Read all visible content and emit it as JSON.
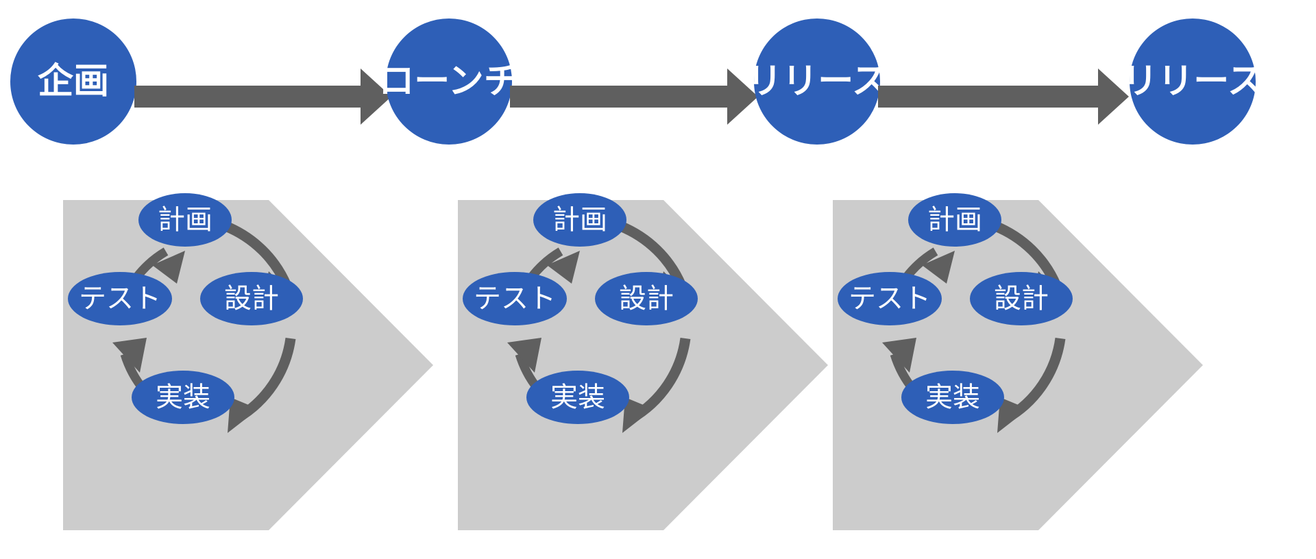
{
  "diagram": {
    "title": "",
    "colors": {
      "node_blue": "#2E5FB7",
      "arrow_gray": "#5F5F5F",
      "chevron_gray": "#CCCCCC",
      "label_white": "#FFFFFF",
      "background": "#FFFFFF"
    },
    "milestones": [
      {
        "label": "企画"
      },
      {
        "label": "ローンチ"
      },
      {
        "label": "リリース"
      },
      {
        "label": "リリース"
      }
    ],
    "flow_arrows": [
      {
        "from": "企画",
        "to": "ローンチ"
      },
      {
        "from": "ローンチ",
        "to": "リリース"
      },
      {
        "from": "リリース",
        "to": "リリース"
      }
    ],
    "stages": [
      {
        "name": "stage-1",
        "cycle": {
          "direction": "clockwise",
          "nodes": [
            {
              "position": "top",
              "label": "計画"
            },
            {
              "position": "right",
              "label": "設計"
            },
            {
              "position": "bottom",
              "label": "実装"
            },
            {
              "position": "left",
              "label": "テスト"
            }
          ],
          "transitions": [
            {
              "from": "計画",
              "to": "設計"
            },
            {
              "from": "設計",
              "to": "実装"
            },
            {
              "from": "実装",
              "to": "テスト"
            },
            {
              "from": "テスト",
              "to": "計画"
            }
          ]
        }
      },
      {
        "name": "stage-2",
        "cycle": {
          "direction": "clockwise",
          "nodes": [
            {
              "position": "top",
              "label": "計画"
            },
            {
              "position": "right",
              "label": "設計"
            },
            {
              "position": "bottom",
              "label": "実装"
            },
            {
              "position": "left",
              "label": "テスト"
            }
          ],
          "transitions": [
            {
              "from": "計画",
              "to": "設計"
            },
            {
              "from": "設計",
              "to": "実装"
            },
            {
              "from": "実装",
              "to": "テスト"
            },
            {
              "from": "テスト",
              "to": "計画"
            }
          ]
        }
      },
      {
        "name": "stage-3",
        "cycle": {
          "direction": "clockwise",
          "nodes": [
            {
              "position": "top",
              "label": "計画"
            },
            {
              "position": "right",
              "label": "設計"
            },
            {
              "position": "bottom",
              "label": "実装"
            },
            {
              "position": "left",
              "label": "テスト"
            }
          ],
          "transitions": [
            {
              "from": "計画",
              "to": "設計"
            },
            {
              "from": "設計",
              "to": "実装"
            },
            {
              "from": "実装",
              "to": "テスト"
            },
            {
              "from": "テスト",
              "to": "計画"
            }
          ]
        }
      }
    ]
  }
}
